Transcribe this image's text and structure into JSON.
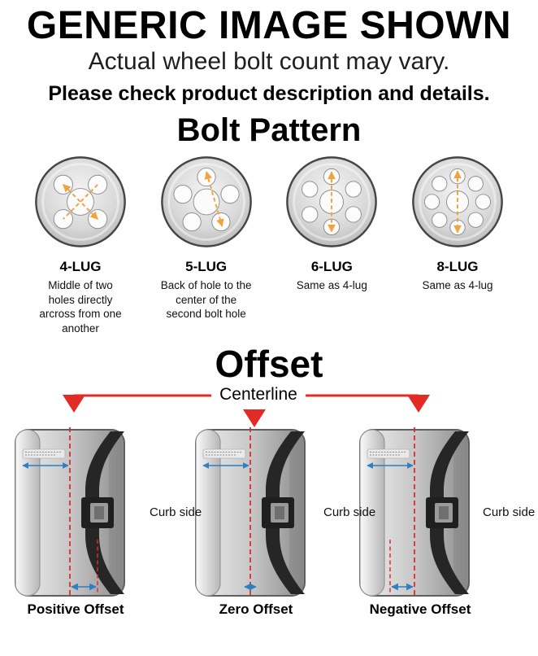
{
  "header": {
    "title": "GENERIC IMAGE SHOWN",
    "subtitle": "Actual wheel bolt count may vary.",
    "note": "Please check product description and details."
  },
  "bolt_pattern": {
    "title": "Bolt Pattern",
    "items": [
      {
        "label": "4-LUG",
        "description": "Middle of two holes directly arcross from one another"
      },
      {
        "label": "5-LUG",
        "description": "Back of hole to the center of the second bolt hole"
      },
      {
        "label": "6-LUG",
        "description": "Same as 4-lug"
      },
      {
        "label": "8-LUG",
        "description": "Same as 4-lug"
      }
    ]
  },
  "offset": {
    "title": "Offset",
    "centerline_label": "Centerline",
    "curb_side_label": "Curb side",
    "variants": [
      {
        "label": "Positive Offset"
      },
      {
        "label": "Zero Offset"
      },
      {
        "label": "Negative Offset"
      }
    ]
  },
  "colors": {
    "accent_red": "#e32b26",
    "measure_orange": "#f2a33c",
    "arrow_blue": "#2d7fc1"
  }
}
